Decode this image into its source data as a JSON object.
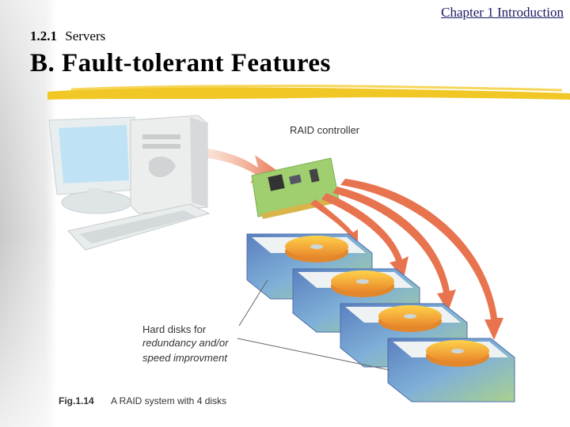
{
  "header": {
    "chapter_link": "Chapter 1 Introduction",
    "section_number": "1.2.1",
    "section_label": "Servers",
    "title": "B. Fault-tolerant Features"
  },
  "diagram": {
    "raid_controller_label": "RAID controller",
    "hard_disks_label": [
      "Hard disks for",
      "redundancy and/or",
      "speed improvment"
    ],
    "figure_number": "Fig.1.14",
    "figure_caption": "A RAID system with 4 disks",
    "disk_count": 4,
    "colors": {
      "arrow": "#e8734f",
      "arrow_dark": "#c85a3a",
      "card": "#9fcf6f",
      "monitor_screen": "#bfe3f5",
      "platter": "#f2a33a",
      "disk_case": "#6b8fc6",
      "brush": "#f0c419"
    }
  }
}
